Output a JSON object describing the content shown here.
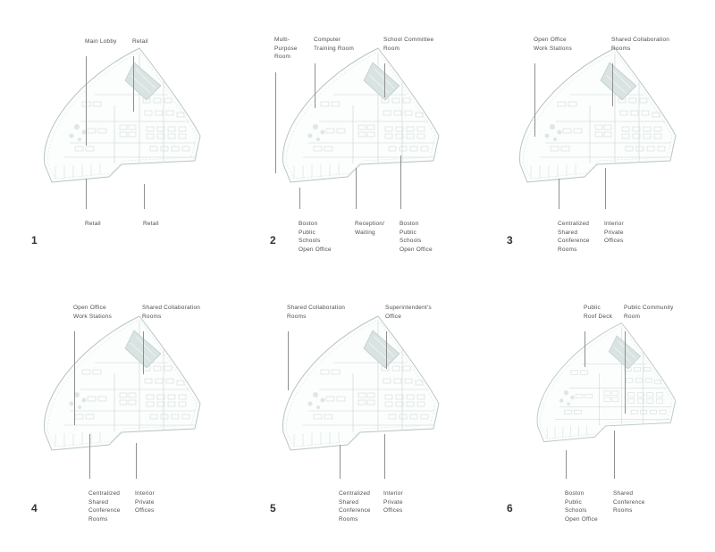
{
  "colors": {
    "background": "#ffffff",
    "label_text": "#4f4f4f",
    "number_text": "#333333",
    "leader_line": "#8f8f8f",
    "plan_outline": "#b7c6c5",
    "plan_fill": "#fcfdfd",
    "plan_detail": "#c7d5d3",
    "plan_accent": "#d9e3e2"
  },
  "panels": [
    {
      "number": "1",
      "top_labels": [
        {
          "text": "Main Lobby"
        },
        {
          "text": "Retail"
        }
      ],
      "bottom_labels": [
        {
          "text": "Retail"
        },
        {
          "text": "Retail"
        }
      ]
    },
    {
      "number": "2",
      "top_labels": [
        {
          "text": "Multi-\nPurpose\nRoom"
        },
        {
          "text": "Computer\nTraining Room"
        },
        {
          "text": "School Committee\nRoom"
        }
      ],
      "bottom_labels": [
        {
          "text": "Boston\nPublic\nSchools\nOpen Office"
        },
        {
          "text": "Reception/\nWaiting"
        },
        {
          "text": "Boston\nPublic\nSchools\nOpen Office"
        }
      ]
    },
    {
      "number": "3",
      "top_labels": [
        {
          "text": "Open Office\nWork Stations"
        },
        {
          "text": "Shared Collaboration\nRooms"
        }
      ],
      "bottom_labels": [
        {
          "text": "Centralized\nShared\nConference\nRooms"
        },
        {
          "text": "Interior\nPrivate\nOffices"
        }
      ]
    },
    {
      "number": "4",
      "top_labels": [
        {
          "text": "Open Office\nWork Stations"
        },
        {
          "text": "Shared Collaboration\nRooms"
        }
      ],
      "bottom_labels": [
        {
          "text": "Centralized\nShared\nConference\nRooms"
        },
        {
          "text": "Interior\nPrivate\nOffices"
        }
      ]
    },
    {
      "number": "5",
      "top_labels": [
        {
          "text": "Shared Collaboration\nRooms"
        },
        {
          "text": "Superintendent's\nOffice"
        }
      ],
      "bottom_labels": [
        {
          "text": "Centralized\nShared\nConference\nRooms"
        },
        {
          "text": "Interior\nPrivate\nOffices"
        }
      ]
    },
    {
      "number": "6",
      "top_labels": [
        {
          "text": "Public\nRoof Deck"
        },
        {
          "text": "Public Community\nRoom"
        }
      ],
      "bottom_labels": [
        {
          "text": "Boston\nPublic\nSchools\nOpen Office"
        },
        {
          "text": "Shared\nConference\nRooms"
        }
      ]
    }
  ]
}
